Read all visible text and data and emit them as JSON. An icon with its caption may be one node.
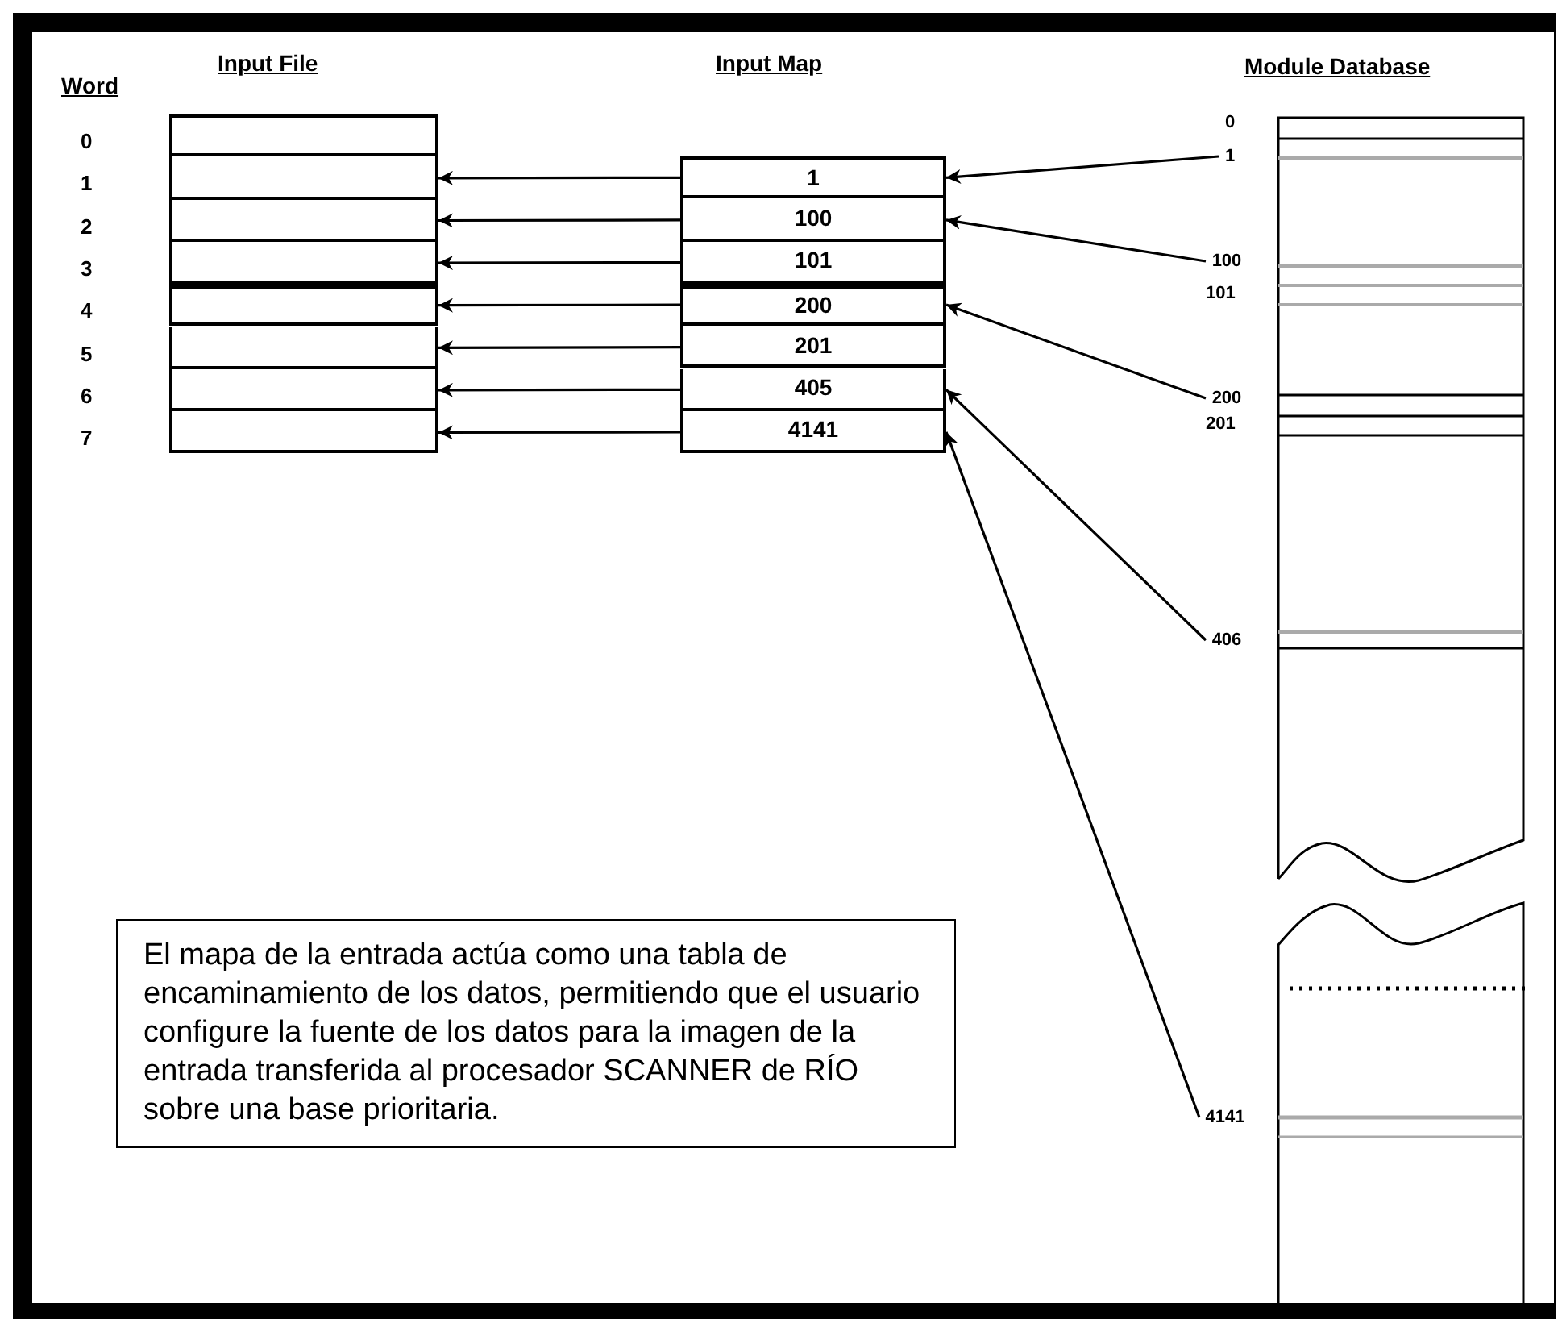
{
  "diagram": {
    "nodes": [
      {
        "text": [],
        "shape": "box"
      },
      {
        "text": [],
        "shape": "box"
      },
      {
        "text": [],
        "shape": "box"
      },
      {
        "text": [],
        "shape": "box"
      },
      {
        "text": [],
        "shape": "box"
      },
      {
        "text": [],
        "shape": "box"
      },
      {
        "text": [],
        "shape": "box"
      },
      {
        "text": [],
        "shape": "box"
      },
      {
        "text": [
          "1"
        ]
      },
      {
        "text": [
          "100"
        ]
      },
      {
        "text": [
          "101"
        ]
      },
      {
        "text": [
          "200"
        ]
      },
      {
        "text": [
          "201"
        ]
      },
      {
        "text": [
          "405"
        ]
      },
      {
        "text": [
          "4141"
        ]
      },
      {
        "text": [
          "1"
        ]
      },
      {
        "text": [
          "100"
        ]
      },
      {
        "text": [
          "200"
        ]
      },
      {
        "text": [
          "406"
        ]
      },
      {
        "text": [
          "4141"
        ]
      },
      {
        "text": [
          "El mapa de la entrada actúa como una tabla de encaminamiento de los datos, permitiendo que el usuario configure la fuente de los datos para la imagen de la entrada transferida al procesador SCANNER de RÍO sobre una base prioritaria."
        ]
      }
    ],
    "edges": [
      {
        "from": 8,
        "to": 1,
        "arrow": "to"
      },
      {
        "from": 9,
        "to": 2,
        "arrow": "to"
      },
      {
        "from": 10,
        "to": 3,
        "arrow": "to"
      },
      {
        "from": 11,
        "to": 4,
        "arrow": "to"
      },
      {
        "from": 12,
        "to": 5,
        "arrow": "to"
      },
      {
        "from": 13,
        "to": 6,
        "arrow": "to"
      },
      {
        "from": 14,
        "to": 7,
        "arrow": "to"
      },
      {
        "from": 15,
        "to": 8,
        "arrow": "to"
      },
      {
        "from": 16,
        "to": 9,
        "arrow": "to"
      },
      {
        "from": 17,
        "to": 11,
        "arrow": "to"
      },
      {
        "from": 18,
        "to": 13,
        "arrow": "to"
      },
      {
        "from": 19,
        "to": 14,
        "arrow": "to"
      }
    ],
    "labels": [
      "Word",
      "Input File",
      "Input Map",
      "Module Database",
      "0",
      "1",
      "2",
      "3",
      "4",
      "5",
      "6",
      "7",
      "0",
      "101",
      "201"
    ]
  }
}
